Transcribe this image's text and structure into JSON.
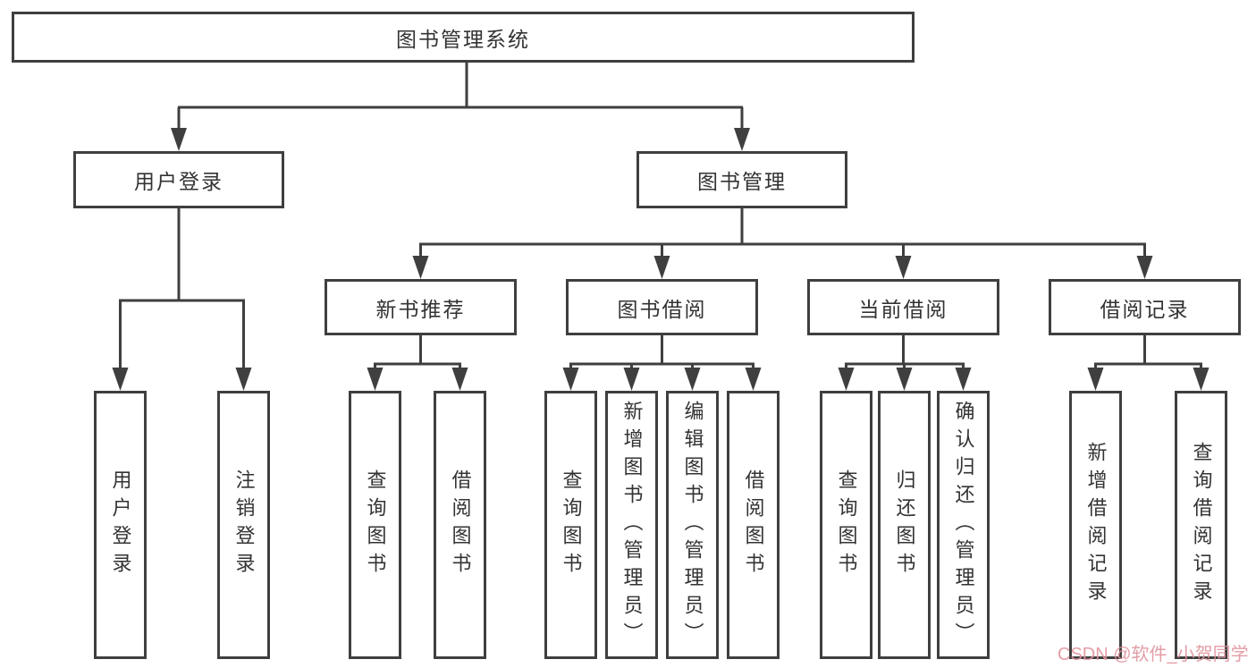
{
  "diagram": {
    "title": "图书管理系统",
    "branches": [
      {
        "label": "用户登录",
        "children": [
          {
            "label": "用户登录"
          },
          {
            "label": "注销登录"
          }
        ]
      },
      {
        "label": "图书管理",
        "children": [
          {
            "label": "新书推荐",
            "children": [
              {
                "label": "查询图书"
              },
              {
                "label": "借阅图书"
              }
            ]
          },
          {
            "label": "图书借阅",
            "children": [
              {
                "label": "查询图书"
              },
              {
                "label": "新增图书（管理员）"
              },
              {
                "label": "编辑图书（管理员）"
              },
              {
                "label": "借阅图书"
              }
            ]
          },
          {
            "label": "当前借阅",
            "children": [
              {
                "label": "查询图书"
              },
              {
                "label": "归还图书"
              },
              {
                "label": "确认归还（管理员）"
              }
            ]
          },
          {
            "label": "借阅记录",
            "children": [
              {
                "label": "新增借阅记录"
              },
              {
                "label": "查询借阅记录"
              }
            ]
          }
        ]
      }
    ]
  },
  "watermark": {
    "text": "CSDN @软件_小贺同学",
    "color": "#e0939d"
  },
  "colors": {
    "line": "#3f3f3f",
    "text": "#333333",
    "background": "#ffffff"
  }
}
